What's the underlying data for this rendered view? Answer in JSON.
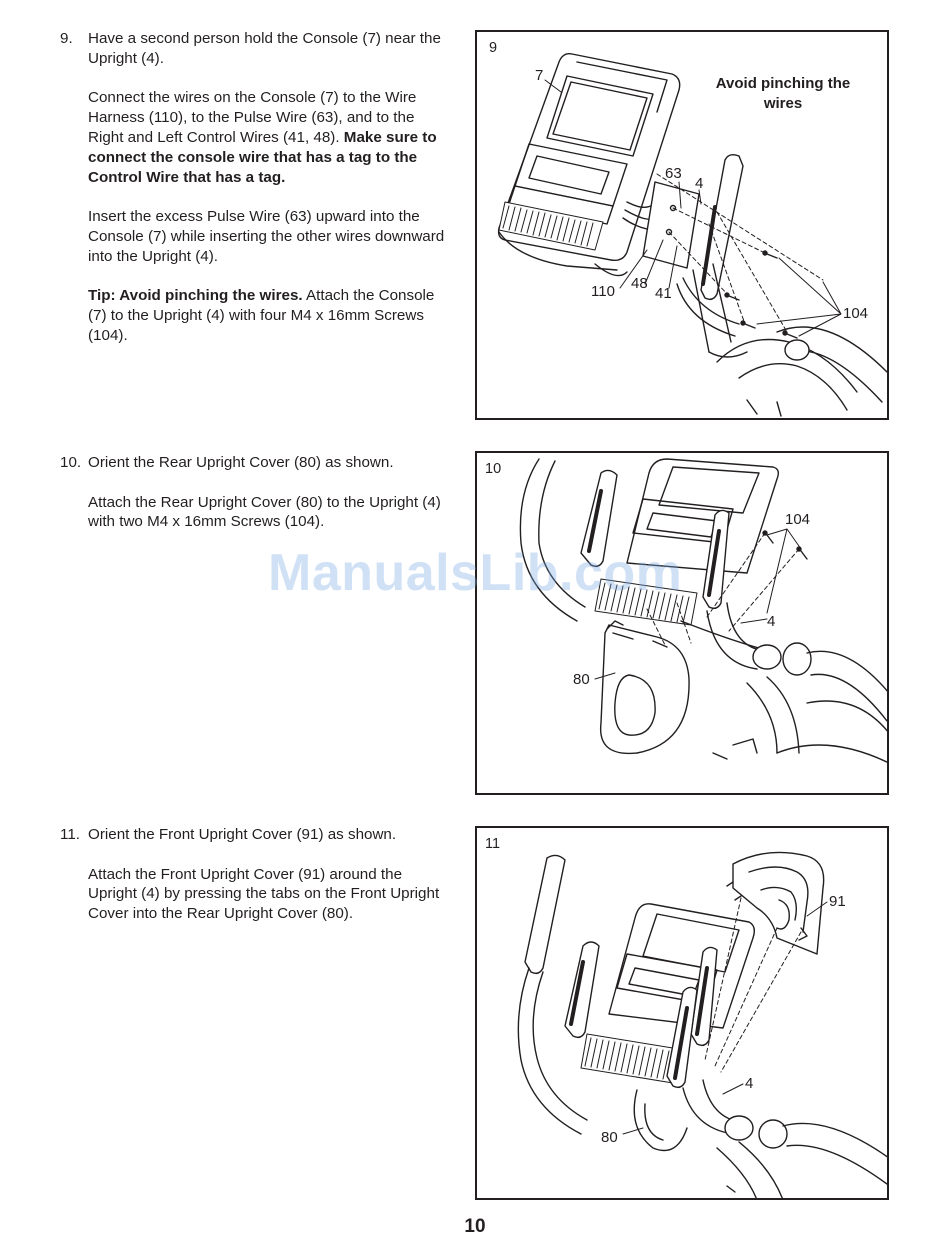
{
  "steps": [
    {
      "number": "9.",
      "paragraphs": {
        "p1": "Have a second person hold the Console (7) near the Upright (4).",
        "p2": "Connect the wires on the Console (7) to the Wire Harness (110), to the Pulse Wire (63), and to the Right and Left Control Wires (41, 48).",
        "p2_bold": "Make sure to connect the console wire that has a tag to the Control Wire that has a tag.",
        "p3": "Insert the excess Pulse Wire (63) upward into the Console (7) while inserting the other wires downward into the Upright (4).",
        "p4_bold": "Tip: Avoid pinching the wires.",
        "p4": "Attach the Console (7) to the Upright (4) with four M4 x 16mm Screws (104)."
      },
      "figure": {
        "label": "9",
        "note": "Avoid pinching the wires",
        "callouts": {
          "c7": "7",
          "c63": "63",
          "c4": "4",
          "c110": "110",
          "c48": "48",
          "c41": "41",
          "c104": "104"
        }
      }
    },
    {
      "number": "10.",
      "paragraphs": {
        "p1": "Orient the Rear Upright Cover (80) as shown.",
        "p2": "Attach the Rear Upright Cover (80) to the Upright (4) with two M4 x 16mm Screws (104)."
      },
      "figure": {
        "label": "10",
        "callouts": {
          "c104": "104",
          "c4": "4",
          "c80": "80"
        }
      }
    },
    {
      "number": "11.",
      "paragraphs": {
        "p1": "Orient the Front Upright Cover (91) as shown.",
        "p2": "Attach the Front Upright Cover (91) around the Upright (4) by pressing the tabs on the Front Upright Cover into the Rear Upright Cover (80)."
      },
      "figure": {
        "label": "11",
        "callouts": {
          "c91": "91",
          "c4": "4",
          "c80": "80"
        }
      }
    }
  ],
  "watermark": "ManualsLib.com",
  "page_number": "10"
}
